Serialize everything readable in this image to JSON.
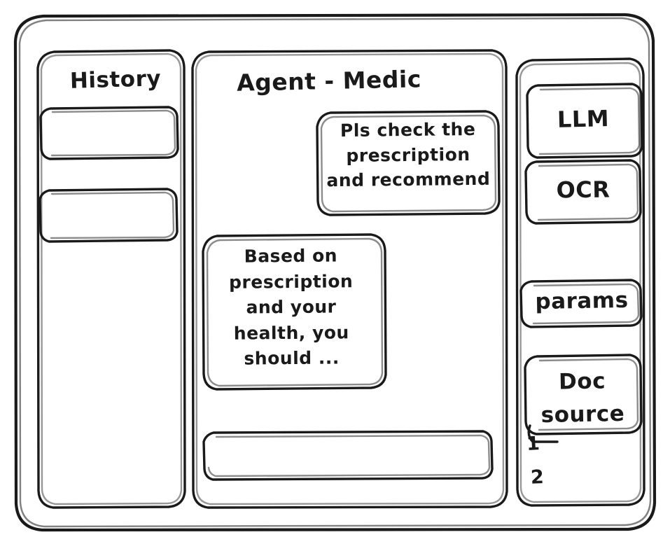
{
  "meta": {
    "style": "hand-drawn wireframe sketch",
    "stroke_color": "#1a1a1a",
    "background_color": "#ffffff"
  },
  "window": {
    "name": "app-window-frame"
  },
  "sidebar_left": {
    "title": "History",
    "items": [
      {
        "label": "",
        "name": "history-item-1"
      },
      {
        "label": "",
        "name": "history-item-2"
      }
    ]
  },
  "main": {
    "title": "Agent - Medic",
    "messages": [
      {
        "role": "user",
        "text": "Pls check the\nprescription\nand recommend"
      },
      {
        "role": "agent",
        "text": "Based on\nprescription\nand your\nhealth, you\nshould ..."
      }
    ],
    "composer": {
      "value": "",
      "placeholder": ""
    }
  },
  "sidebar_right": {
    "buttons": [
      {
        "label": "LLM",
        "name": "llm-button"
      },
      {
        "label": "OCR",
        "name": "ocr-button"
      },
      {
        "label": "params",
        "name": "params-button"
      }
    ],
    "doc_source": {
      "label": "Doc\nsource",
      "items": [
        "1",
        "2"
      ]
    }
  }
}
